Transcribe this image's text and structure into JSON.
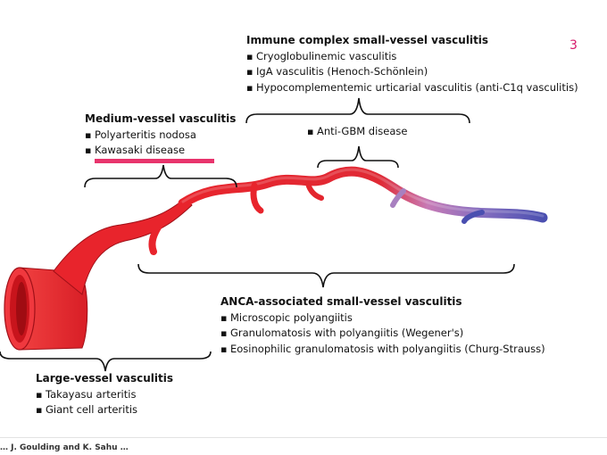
{
  "slide_number": "3",
  "groups": {
    "immune_complex": {
      "title": "Immune complex small-vessel vasculitis",
      "items": [
        "Cryoglobulinemic vasculitis",
        "IgA vasculitis (Henoch-Schönlein)",
        "Hypocomplementemic urticarial vasculitis (anti-C1q vasculitis)"
      ]
    },
    "anti_gbm": {
      "items": [
        "Anti-GBM disease"
      ]
    },
    "medium_vessel": {
      "title": "Medium-vessel vasculitis",
      "items": [
        "Polyarteritis nodosa",
        "Kawasaki disease"
      ]
    },
    "anca": {
      "title": "ANCA-associated small-vessel vasculitis",
      "items": [
        "Microscopic polyangiitis",
        "Granulomatosis with polyangiitis (Wegener's)",
        "Eosinophilic granulomatosis with polyangiitis (Churg-Strauss)"
      ]
    },
    "large_vessel": {
      "title": "Large-vessel vasculitis",
      "items": [
        "Takayasu arteritis",
        "Giant cell arteritis"
      ]
    }
  },
  "colors": {
    "artery_red": "#e8242c",
    "artery_dark": "#b0141c",
    "transition_purple": "#a880c0",
    "vein_blue": "#4a4fb0",
    "highlight_pink": "#e8346c",
    "slide_number_pink": "#d61a6b"
  },
  "footer_text": "… J. Goulding and K. Sahu …"
}
